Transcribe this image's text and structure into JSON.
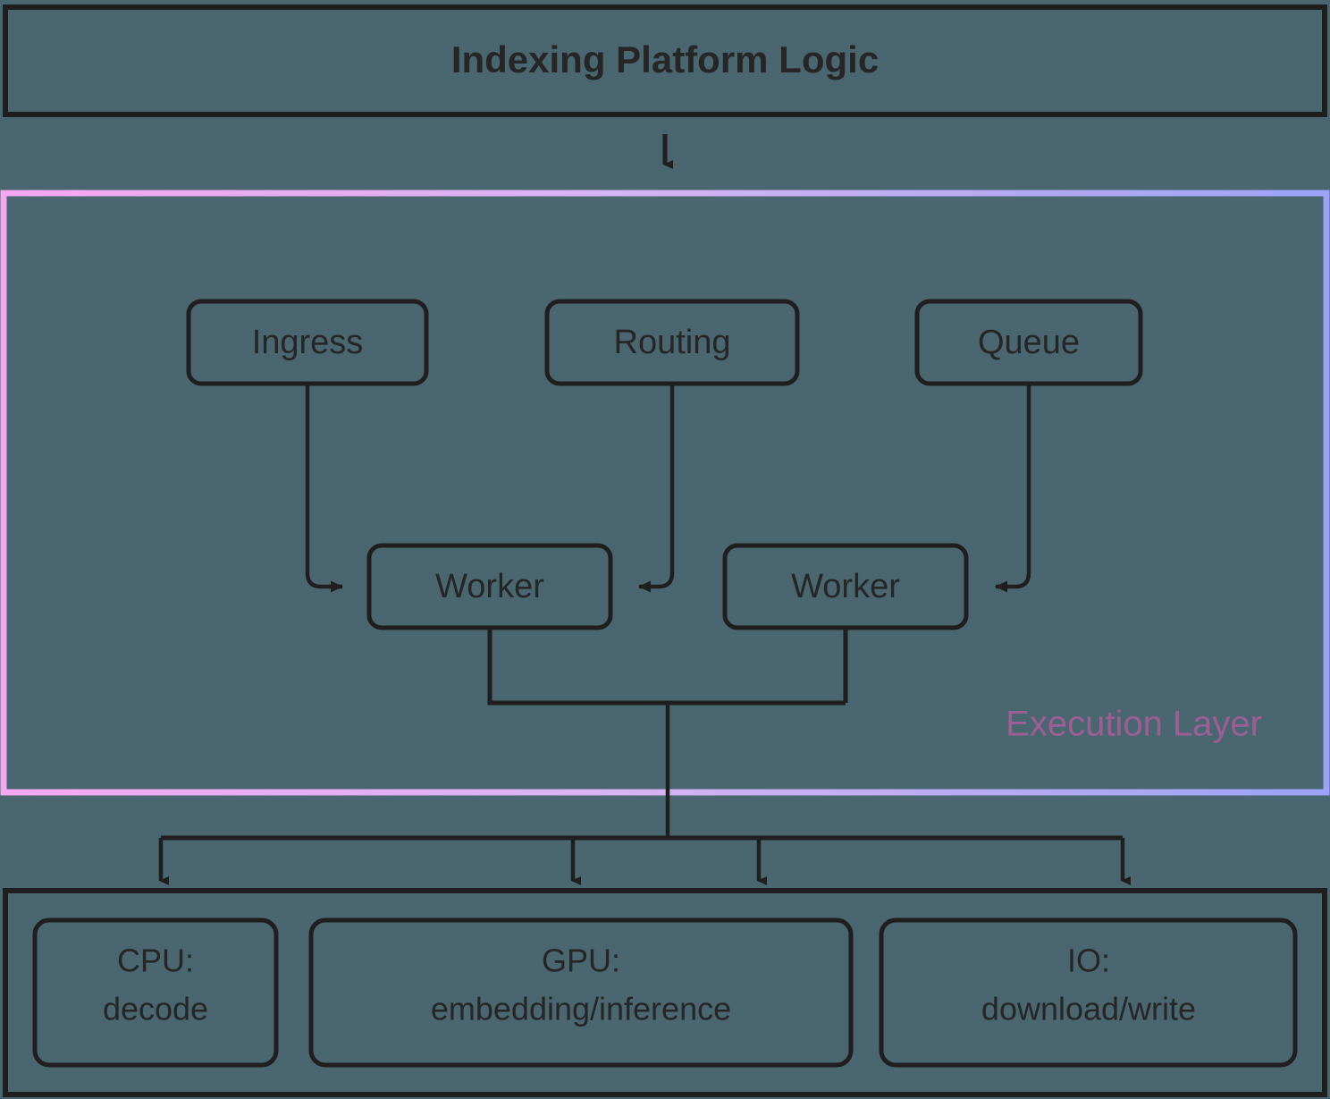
{
  "diagram": {
    "type": "flowchart",
    "background_color": "#4a6670",
    "line_color": "#1f1f1f",
    "title": "Indexing Platform Logic",
    "top_node": {
      "label": "Indexing Platform Logic",
      "shape": "rectangle"
    },
    "execution_layer": {
      "label": "Execution Layer",
      "label_color": "#9b5f96",
      "border_gradient_from": "#f5a8f0",
      "border_gradient_to": "#9aa3f5",
      "nodes": [
        {
          "id": "ingress",
          "label": "Ingress",
          "shape": "rounded-rect"
        },
        {
          "id": "routing",
          "label": "Routing",
          "shape": "rounded-rect"
        },
        {
          "id": "queue",
          "label": "Queue",
          "shape": "rounded-rect"
        },
        {
          "id": "worker-left",
          "label": "Worker",
          "shape": "rounded-rect"
        },
        {
          "id": "worker-right",
          "label": "Worker",
          "shape": "rounded-rect"
        }
      ]
    },
    "resource_layer": {
      "nodes": [
        {
          "id": "cpu",
          "line1": "CPU:",
          "line2": "decode",
          "shape": "rounded-rect"
        },
        {
          "id": "gpu",
          "line1": "GPU:",
          "line2": "embedding/inference",
          "shape": "rounded-rect"
        },
        {
          "id": "io",
          "line1": "IO:",
          "line2": "download/write",
          "shape": "rounded-rect"
        }
      ]
    },
    "edges": [
      {
        "from": "Indexing Platform Logic",
        "to": "Execution Layer",
        "style": "arrow-down"
      },
      {
        "from": "Ingress",
        "to": "Worker",
        "style": "elbow-right-arrow"
      },
      {
        "from": "Routing",
        "to": "Worker",
        "style": "elbow-left-arrow"
      },
      {
        "from": "Queue",
        "to": "Worker",
        "style": "elbow-left-arrow"
      },
      {
        "from": "Worker",
        "to": "CPU: decode",
        "style": "fan-down-arrow"
      },
      {
        "from": "Worker",
        "to": "GPU: embedding/inference",
        "style": "fan-down-arrow"
      },
      {
        "from": "Worker",
        "to": "IO: download/write",
        "style": "fan-down-arrow"
      }
    ]
  }
}
